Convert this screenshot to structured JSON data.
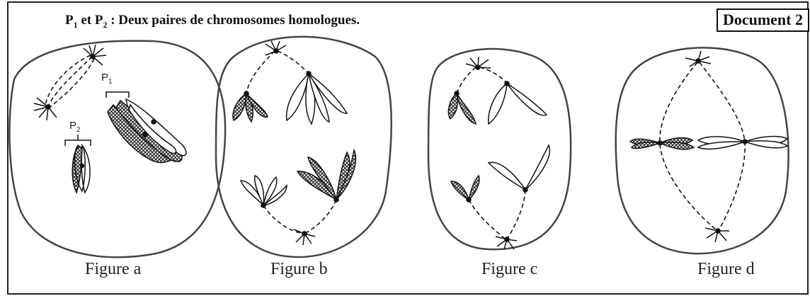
{
  "header": {
    "p1": "P",
    "p1_sub": "1",
    "et": " et ",
    "p2": "P",
    "p2_sub": "2",
    "rest": " : Deux paires de chromosomes homologues."
  },
  "document_label": "Document 2",
  "cell_labels": {
    "p1": "P",
    "p1_sub": "1",
    "p2": "P",
    "p2_sub": "2"
  },
  "figures": [
    {
      "label": "Figure a"
    },
    {
      "label": "Figure b"
    },
    {
      "label": "Figure c"
    },
    {
      "label": "Figure d"
    }
  ],
  "colors": {
    "ink": "#1a1a1a",
    "hatch": "#2a2a2a"
  }
}
